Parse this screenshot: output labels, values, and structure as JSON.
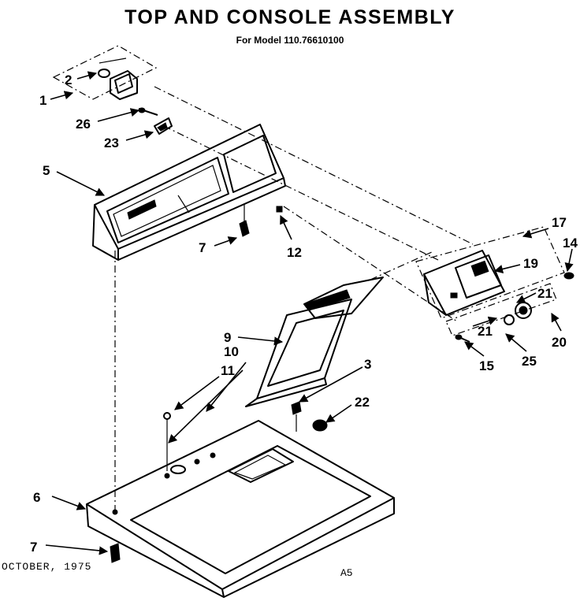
{
  "header": {
    "title": "TOP AND CONSOLE ASSEMBLY",
    "subtitle": "For Model  110.76610100"
  },
  "footer": {
    "date": "OCTOBER, 1975",
    "code": "A5"
  },
  "callouts": {
    "c1": "1",
    "c2": "2",
    "c3": "3",
    "c5": "5",
    "c6": "6",
    "c7a": "7",
    "c7b": "7",
    "c9": "9",
    "c10": "10",
    "c11": "11",
    "c12": "12",
    "c14": "14",
    "c15": "15",
    "c17": "17",
    "c19": "19",
    "c20": "20",
    "c21a": "21",
    "c21b": "21",
    "c22": "22",
    "c23": "23",
    "c25": "25",
    "c26": "26"
  }
}
